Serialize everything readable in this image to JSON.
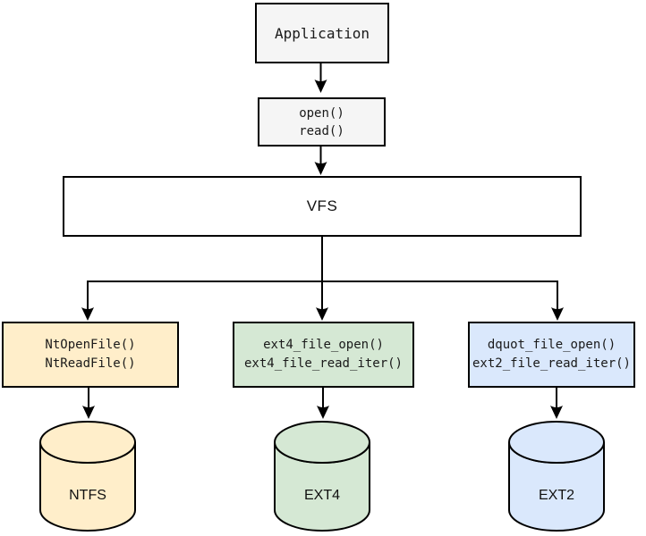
{
  "diagram": {
    "type": "flowchart",
    "description": "VFS file-system call flow diagram",
    "nodes": {
      "application": {
        "label": "Application"
      },
      "syscalls": {
        "lines": [
          "open()",
          "read()"
        ]
      },
      "vfs": {
        "label": "VFS"
      },
      "ntfs_api": {
        "lines": [
          "NtOpenFile()",
          "NtReadFile()"
        ]
      },
      "ext4_api": {
        "lines": [
          "ext4_file_open()",
          "ext4_file_read_iter()"
        ]
      },
      "ext2_api": {
        "lines": [
          "dquot_file_open()",
          "ext2_file_read_iter()"
        ]
      },
      "ntfs_store": {
        "label": "NTFS"
      },
      "ext4_store": {
        "label": "EXT4"
      },
      "ext2_store": {
        "label": "EXT2"
      }
    },
    "edges": [
      {
        "from": "application",
        "to": "syscalls"
      },
      {
        "from": "syscalls",
        "to": "vfs"
      },
      {
        "from": "vfs",
        "to": "ntfs_api"
      },
      {
        "from": "vfs",
        "to": "ext4_api"
      },
      {
        "from": "vfs",
        "to": "ext2_api"
      },
      {
        "from": "ntfs_api",
        "to": "ntfs_store"
      },
      {
        "from": "ext4_api",
        "to": "ext4_store"
      },
      {
        "from": "ext2_api",
        "to": "ext2_store"
      }
    ],
    "colors": {
      "canvas": "#ffffff",
      "gray_fill": "#f5f5f5",
      "vfs_fill": "#ffffff",
      "yellow_fill": "#ffeeca",
      "green_fill": "#d5e8d4",
      "blue_fill": "#dae8fc",
      "stroke": "#000000",
      "text": "#1a1a1a"
    }
  }
}
